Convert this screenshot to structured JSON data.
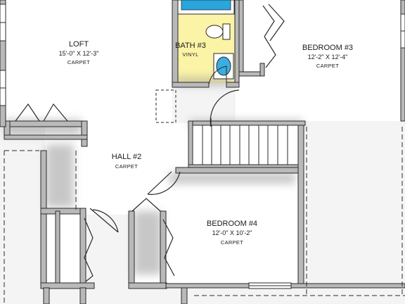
{
  "rooms": {
    "loft": {
      "name": "LOFT",
      "dims": "15'-0\" X 12'-3\"",
      "floor": "CARPET"
    },
    "bath3": {
      "name": "BATH #3",
      "floor": "VINYL"
    },
    "bedroom3": {
      "name": "BEDROOM #3",
      "dims": "12'-2\" X 12'-4\"",
      "floor": "CARPET"
    },
    "hall2": {
      "name": "HALL #2",
      "floor": "CARPET"
    },
    "bedroom4": {
      "name": "BEDROOM #4",
      "dims": "12'-0\" X 10'-2\"",
      "floor": "CARPET"
    }
  },
  "colors": {
    "wall": "#b9b9b9",
    "wall_outline": "#2a2a2a",
    "floor": "#ffffff",
    "background": "#f4f4f4",
    "bath_floor": "#fbf3a6",
    "tub_water": "#29a6dd",
    "sink_bowl": "#3aaee0"
  }
}
